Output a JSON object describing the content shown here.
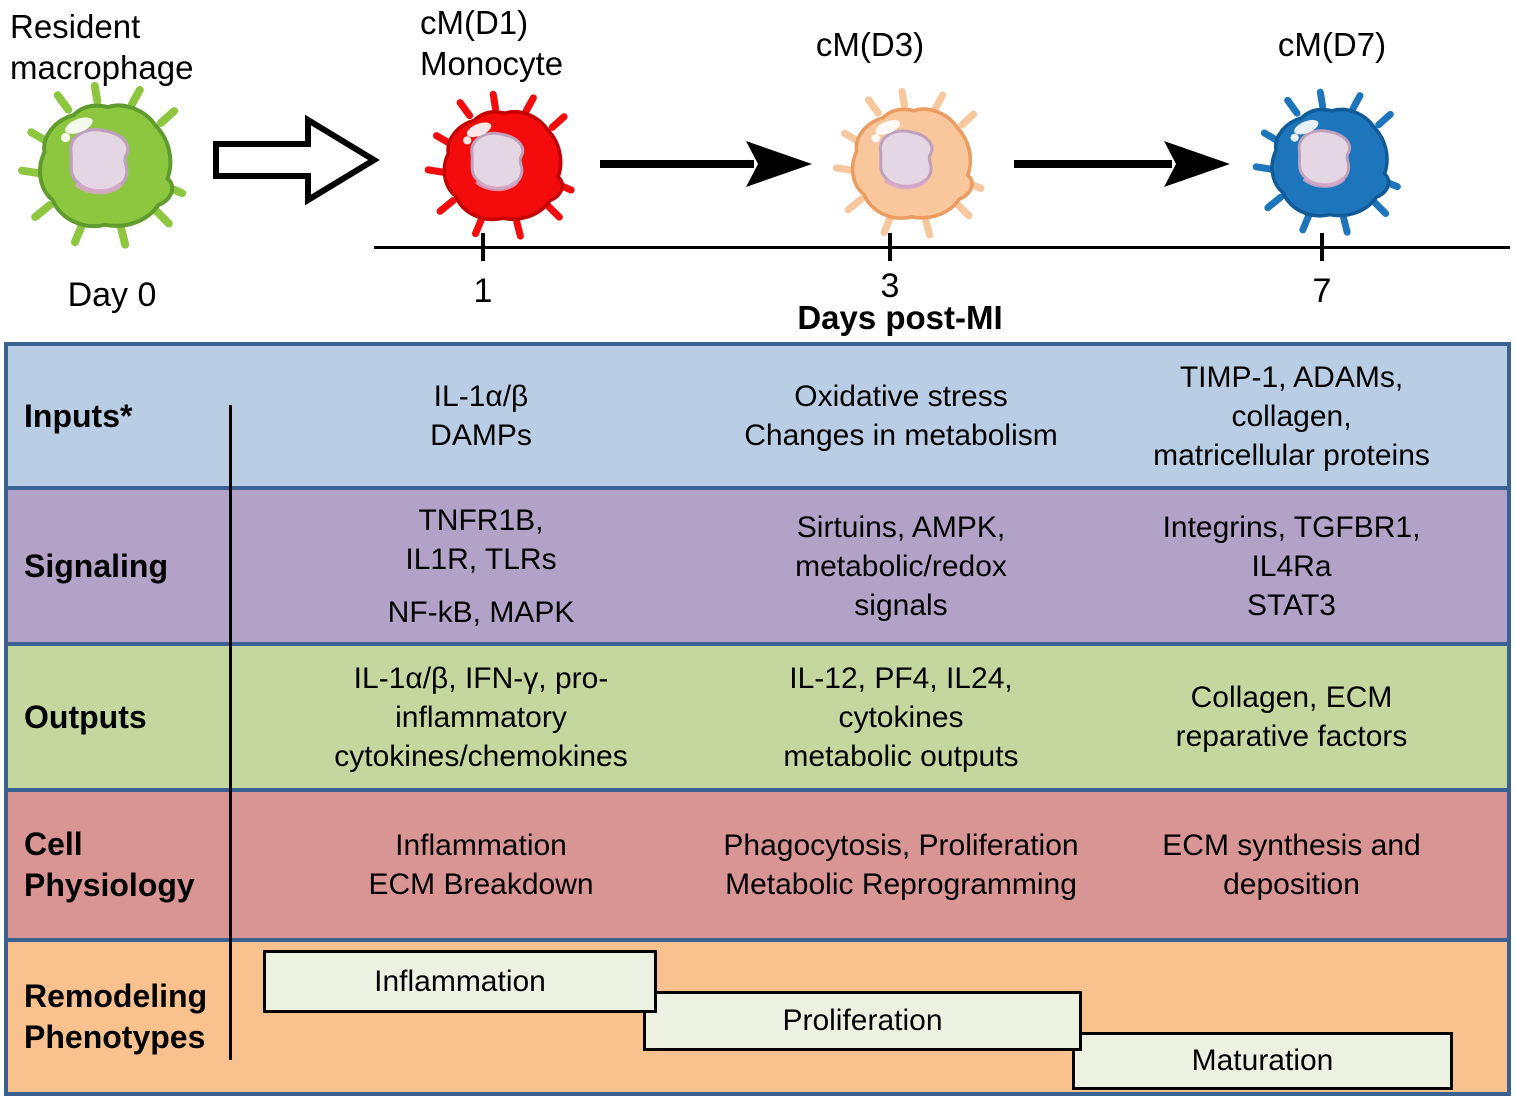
{
  "timeline": {
    "axis_label": "Days post-MI",
    "stages": [
      {
        "name": "resident-macrophage",
        "label_lines": [
          "Resident",
          "macrophage"
        ],
        "day_label": "Day 0",
        "cell_color": "#8dc63f",
        "cell_stroke": "#5f9b2d"
      },
      {
        "name": "cM-D1-monocyte",
        "label_lines": [
          "cM(D1)",
          "Monocyte"
        ],
        "day_label": "1",
        "cell_color": "#f40b0b",
        "cell_stroke": "#c40000"
      },
      {
        "name": "cM-D3",
        "label_lines": [
          "cM(D3)"
        ],
        "day_label": "3",
        "cell_color": "#f8c79c",
        "cell_stroke": "#ec9c60"
      },
      {
        "name": "cM-D7",
        "label_lines": [
          "cM(D7)"
        ],
        "day_label": "7",
        "cell_color": "#1d76bb",
        "cell_stroke": "#0f5a99"
      }
    ]
  },
  "table": {
    "border_color": "#3a6191",
    "rows": [
      {
        "name": "inputs",
        "label_lines": [
          "Inputs*"
        ],
        "bg": "#b9cde5",
        "cells": {
          "d1": [
            "IL-1α/β",
            "DAMPs"
          ],
          "d3": [
            "Oxidative stress",
            "Changes in metabolism"
          ],
          "d7": [
            "TIMP-1, ADAMs,",
            "collagen,",
            "matricellular proteins"
          ]
        }
      },
      {
        "name": "signaling",
        "label_lines": [
          "Signaling"
        ],
        "bg": "#b3a2c8",
        "cells": {
          "d1": [
            "TNFR1B,",
            "IL1R, TLRs",
            "NF-kB, MAPK"
          ],
          "d3": [
            "Sirtuins, AMPK,",
            "metabolic/redox",
            "signals"
          ],
          "d7": [
            "Integrins, TGFBR1,",
            "IL4Ra",
            "STAT3"
          ]
        }
      },
      {
        "name": "outputs",
        "label_lines": [
          "Outputs"
        ],
        "bg": "#c5d79f",
        "cells": {
          "d1": [
            "IL-1α/β, IFN-γ, pro-",
            "inflammatory",
            "cytokines/chemokines"
          ],
          "d3": [
            "IL-12, PF4, IL24,",
            "cytokines",
            "metabolic outputs"
          ],
          "d7": [
            "Collagen, ECM",
            "reparative factors"
          ]
        }
      },
      {
        "name": "cell-physiology",
        "label_lines": [
          "Cell",
          "Physiology"
        ],
        "bg": "#d99494",
        "cells": {
          "d1": [
            "Inflammation",
            "ECM Breakdown"
          ],
          "d3": [
            "Phagocytosis, Proliferation",
            "Metabolic Reprogramming"
          ],
          "d7": [
            "ECM synthesis and",
            "deposition"
          ]
        }
      },
      {
        "name": "remodeling-phenotypes",
        "label_lines": [
          "Remodeling",
          "Phenotypes"
        ],
        "bg": "#f9c18e",
        "box_fill": "#edf1e2",
        "boxes": [
          {
            "label": "Inflammation"
          },
          {
            "label": "Proliferation"
          },
          {
            "label": "Maturation"
          }
        ]
      }
    ]
  }
}
